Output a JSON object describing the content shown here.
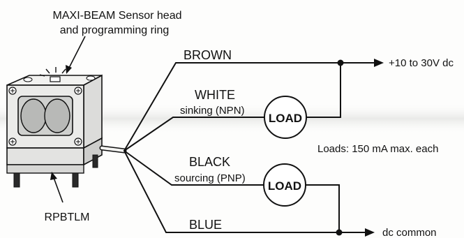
{
  "callouts": {
    "sensor_line1": "MAXI-BEAM Sensor head",
    "sensor_line2": "and programming ring",
    "base": "RPBTLM"
  },
  "wires": {
    "brown": "BROWN",
    "white": "WHITE",
    "white_sub": "sinking (NPN)",
    "black": "BLACK",
    "black_sub": "sourcing (PNP)",
    "blue": "BLUE"
  },
  "loads": {
    "upper": "LOAD",
    "lower": "LOAD"
  },
  "terminals": {
    "supply": "+10 to 30V dc",
    "common": "dc common"
  },
  "notes": {
    "load_rating": "Loads: 150 mA max. each"
  }
}
